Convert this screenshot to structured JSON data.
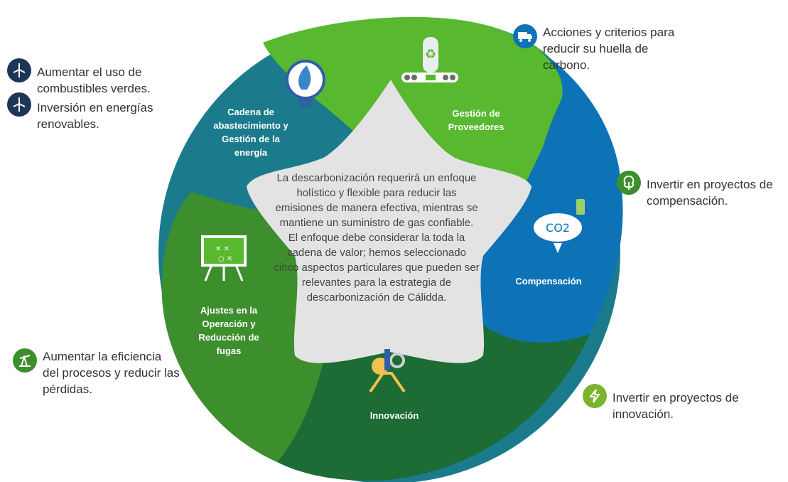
{
  "colors": {
    "teal": "#1b7b8c",
    "lime": "#58b82f",
    "blue": "#0e73b6",
    "dark_green": "#1d6b35",
    "mid_green": "#3d8f2d",
    "star": "#e3e3e3",
    "navy": "#1d3557"
  },
  "segments": {
    "cadena": "Cadena de\nabastecimiento y\nGestión de la\nenergía",
    "gestion": "Gestión de\nProveedores",
    "compensacion": "Compensación",
    "innovacion": "Innovación",
    "ajustes": "Ajustes en la\nOperación y\nReducción de\nfugas"
  },
  "center_text": "La descarbonización requerirá un enfoque holístico y flexible para reducir las emisiones de manera efectiva, mientras se mantiene un suministro de gas confiable. El enfoque debe considerar la toda la cadena de valor; hemos seleccionado cinco aspectos particulares que pueden ser relevantes para la estrategia de descarbonización de Cálidda.",
  "callouts": {
    "combustibles": "Aumentar el uso de\ncombustibles verdes.",
    "renovables": "Inversión en energías\nrenovables.",
    "proveedores": "Acciones y criterios para\nreducir su huella de\ncarbono.",
    "compensacion": "Invertir en proyectos de\ncompensación.",
    "eficiencia": "Aumentar la eficiencia\ndel procesos y reducir las\npérdidas.",
    "innovacion": "Invertir en proyectos de\ninnovación."
  },
  "icons": {
    "combustibles": "wind-turbine-icon",
    "renovables": "wind-turbine-icon",
    "proveedores": "truck-icon",
    "compensacion": "tree-icon",
    "eficiencia": "oil-pump-icon",
    "innovacion": "lightning-icon"
  }
}
